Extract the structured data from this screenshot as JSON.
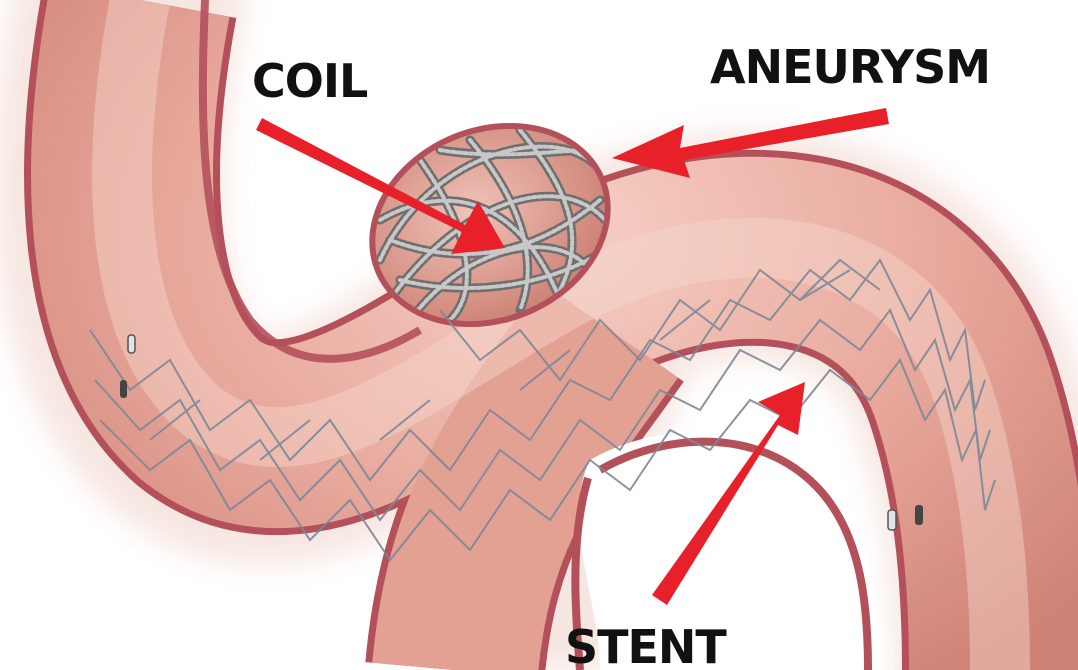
{
  "labels": {
    "coil": "COIL",
    "aneurysm": "ANEURYSM",
    "stent": "STENT"
  },
  "colors": {
    "background": "#ffffff",
    "label_text": "#111111",
    "arrow": "#e8202a",
    "vessel_wall": "#b4505a",
    "vessel_lumen": "#e8a89c",
    "coil_metal": "#9a9a9a",
    "stent_metal": "#8a96a6"
  }
}
